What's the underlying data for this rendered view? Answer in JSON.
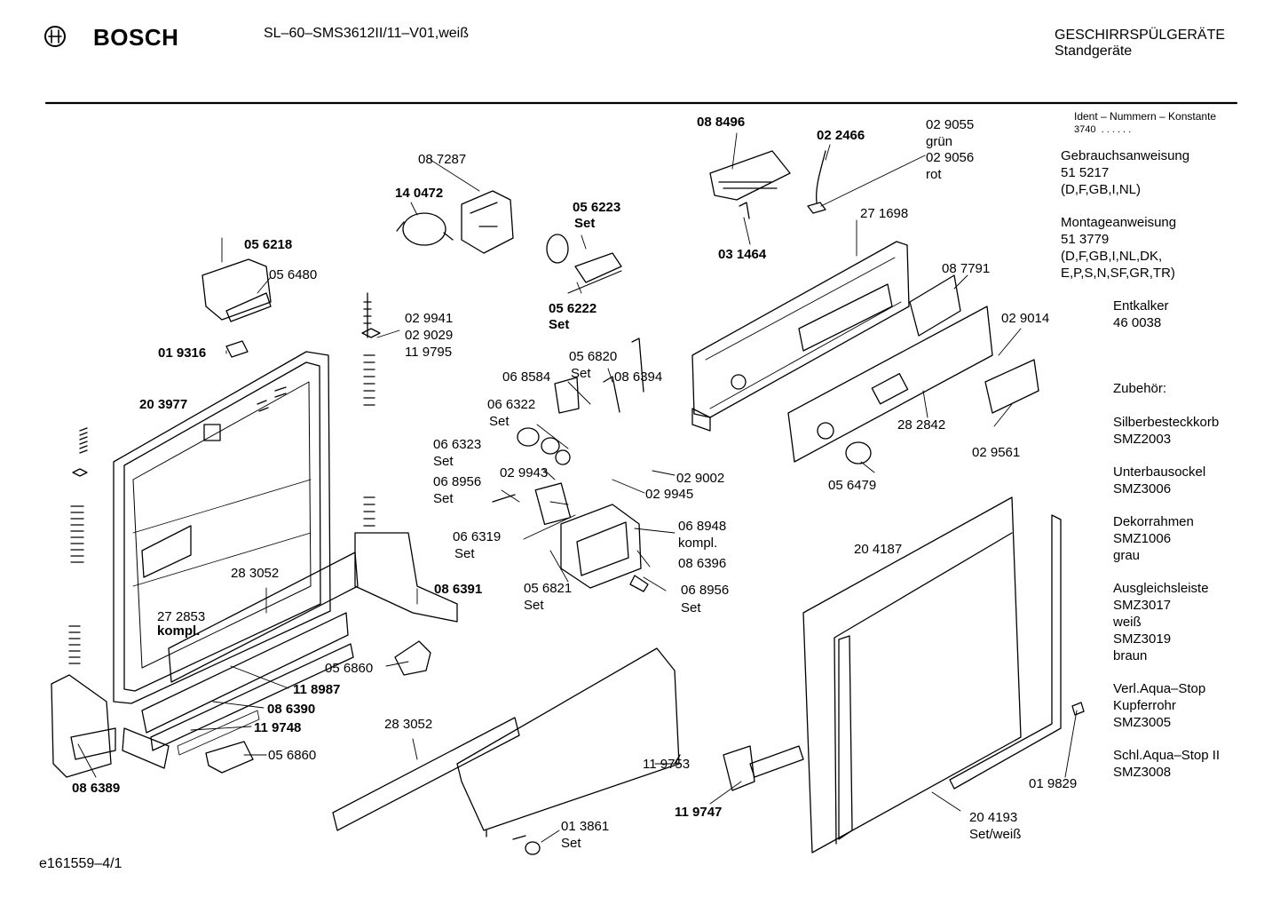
{
  "header": {
    "brand": "BOSCH",
    "model": "SL–60–SMS3612II/11–V01,weiß",
    "category_line1": "GESCHIRRSPÜLGERÄTE",
    "category_line2": "Standgeräte"
  },
  "footer": {
    "document_id": "e161559–4/1"
  },
  "sidebar": {
    "ident_title": "Ident – Nummern – Konstante",
    "ident_value": "3740",
    "ident_dots": ". . . . . .",
    "gebrauch": [
      "Gebrauchsanweisung",
      "51 5217",
      "(D,F,GB,I,NL)"
    ],
    "montage": [
      "Montageanweisung",
      "51 3779",
      "(D,F,GB,I,NL,DK,",
      "E,P,S,N,SF,GR,TR)"
    ],
    "entkalker": [
      "Entkalker",
      "46 0038"
    ],
    "zubehoer": "Zubehör:",
    "accessories": [
      [
        "Silberbesteckkorb",
        "SMZ2003"
      ],
      [
        "Unterbausockel",
        "SMZ3006"
      ],
      [
        "Dekorrahmen",
        "SMZ1006",
        "grau"
      ],
      [
        "Ausgleichsleiste",
        "SMZ3017",
        "weiß",
        "SMZ3019",
        "braun"
      ],
      [
        "Verl.Aqua–Stop",
        "Kupferrohr",
        "SMZ3005"
      ],
      [
        "Schl.Aqua–Stop II",
        "SMZ3008"
      ]
    ]
  },
  "parts": {
    "p088496": "08 8496",
    "p022466": "02 2466",
    "p029055": "02 9055",
    "gruen": "grün",
    "p029056": "02 9056",
    "rot": "rot",
    "p087287": "08 7287",
    "p140472": "14 0472",
    "p056223": "05 6223",
    "set_bold1": "Set",
    "p031464": "03 1464",
    "p271698": "27 1698",
    "p056218": "05 6218",
    "p056480": "05 6480",
    "p056222": "05 6222",
    "set_bold2": "Set",
    "p087791": "08 7791",
    "p029941": "02 9941",
    "p029029": "02 9029",
    "p119795": "11 9795",
    "p019316": "01 9316",
    "p056820": "05 6820",
    "set_a": "Set",
    "p086394": "08 6394",
    "p068584": "06 8584",
    "p029014": "02 9014",
    "p203977": "20 3977",
    "p066322": "06 6322",
    "set_b": "Set",
    "p066323": "06 6323",
    "set_c": "Set",
    "p029943": "02 9943",
    "p029002": "02 9002",
    "p029945": "02 9945",
    "p282842": "28 2842",
    "p029561": "02 9561",
    "p068956a": "06 8956",
    "set_d": "Set",
    "p056479": "05 6479",
    "p068948": "06 8948",
    "kompl_a": "kompl.",
    "p066319": "06 6319",
    "set_e": "Set",
    "p086396": "08 6396",
    "p204187": "20 4187",
    "p283052a": "28 3052",
    "p086391": "08 6391",
    "p056821": "05 6821",
    "set_f": "Set",
    "p068956b": "06 8956",
    "set_g": "Set",
    "p272853": "27 2853",
    "kompl_b": "kompl.",
    "p056860a": "05 6860",
    "p118987": "11 8987",
    "p086390": "08 6390",
    "p119748": "11 9748",
    "p283052b": "28 3052",
    "p056860b": "05 6860",
    "p119753": "11 9753",
    "p086389": "08 6389",
    "p119747": "11 9747",
    "p019829": "01 9829",
    "p204193": "20 4193",
    "set_weiss": "Set/weiß",
    "p013861": "01 3861",
    "set_h": "Set"
  }
}
